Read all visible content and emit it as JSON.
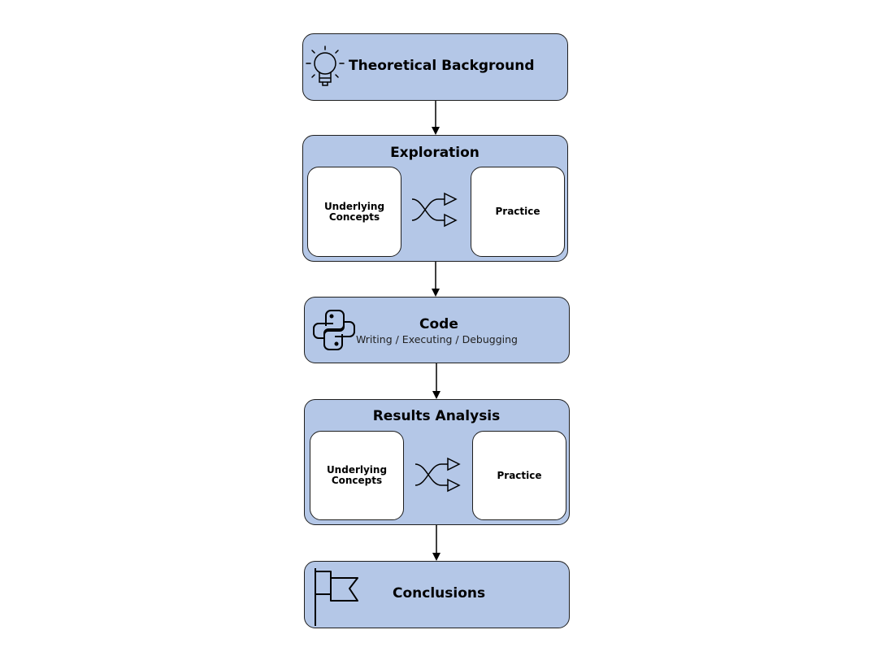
{
  "colors": {
    "box_fill": "#b4c7e7",
    "inner_fill": "#ffffff",
    "stroke": "#1f1f1f"
  },
  "steps": {
    "theory": {
      "title": "Theoretical Background",
      "icon": "lightbulb-icon"
    },
    "exploration": {
      "title": "Exploration",
      "left": "Underlying Concepts",
      "right": "Practice",
      "icon": "shuffle-icon"
    },
    "code": {
      "title": "Code",
      "subtitle": "Writing / Executing / Debugging",
      "icon": "python-icon"
    },
    "results": {
      "title": "Results Analysis",
      "left": "Underlying Concepts",
      "right": "Practice",
      "icon": "shuffle-icon"
    },
    "conclusions": {
      "title": "Conclusions",
      "icon": "flag-icon"
    }
  }
}
